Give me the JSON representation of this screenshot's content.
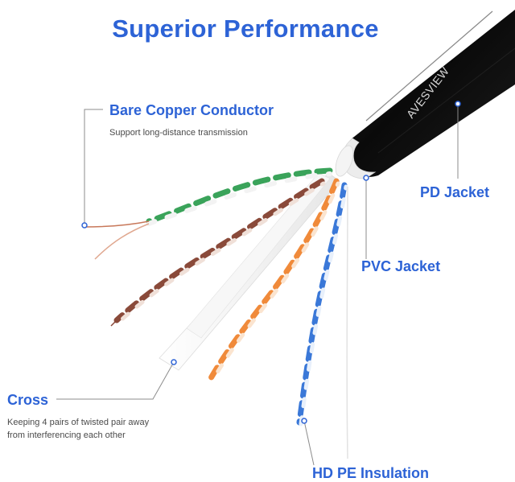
{
  "title": "Superior Performance",
  "brand_text": "AVESVIEW",
  "callouts": {
    "bare_copper": {
      "label": "Bare Copper Conductor",
      "description": "Support long-distance transmission"
    },
    "pd_jacket": {
      "label": "PD Jacket"
    },
    "pvc_jacket": {
      "label": "PVC Jacket"
    },
    "cross": {
      "label": "Cross",
      "description_line1": "Keeping 4 pairs of twisted pair away",
      "description_line2": "from interferencing each other"
    },
    "hd_pe": {
      "label": "HD PE Insulation"
    }
  },
  "colors": {
    "accent": "#2d63d6",
    "jacket": "#111111",
    "inner_jacket": "#e9e9e9",
    "wire_green": "#3aa35a",
    "wire_brown": "#8a4a3a",
    "wire_orange": "#f08a3a",
    "wire_blue": "#3a78d8",
    "copper": "#c8785a"
  }
}
